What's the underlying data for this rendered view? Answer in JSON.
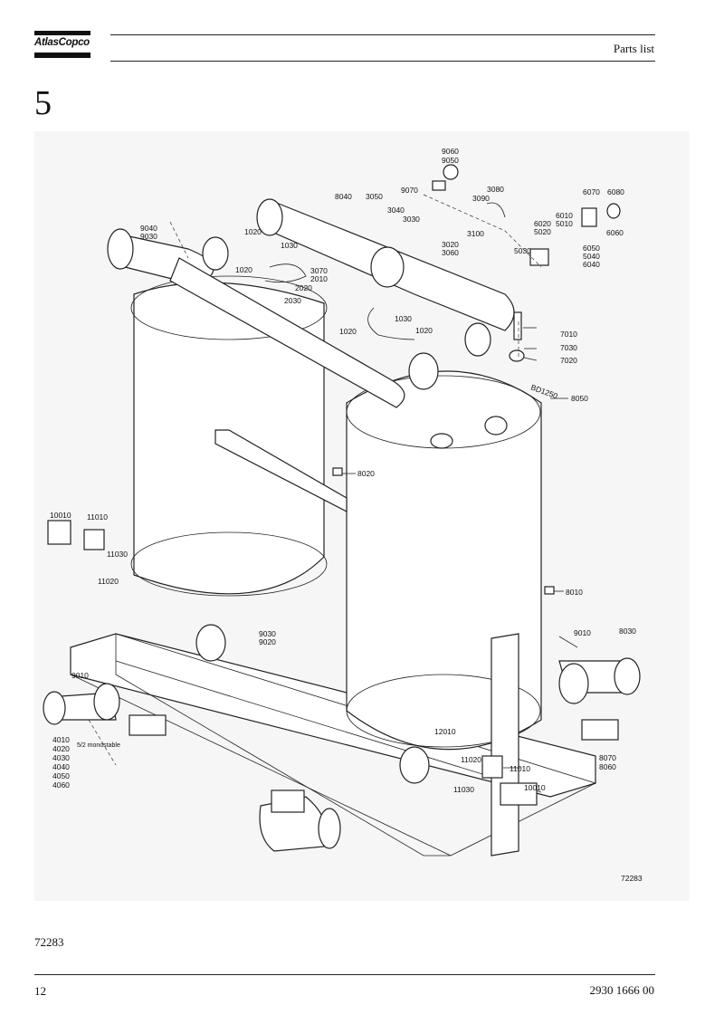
{
  "header": {
    "brand": "AtlasCopco",
    "title": "Parts list"
  },
  "section": {
    "number": "5"
  },
  "drawing": {
    "id_label": "72283",
    "callouts": [
      {
        "t": "9060"
      },
      {
        "t": "9050"
      },
      {
        "t": "9070"
      },
      {
        "t": "3080"
      },
      {
        "t": "8040"
      },
      {
        "t": "3050"
      },
      {
        "t": "3090"
      },
      {
        "t": "6070"
      },
      {
        "t": "6080"
      },
      {
        "t": "3040"
      },
      {
        "t": "3030"
      },
      {
        "t": "9040"
      },
      {
        "t": "9030"
      },
      {
        "t": "6010"
      },
      {
        "t": "5010"
      },
      {
        "t": "6020"
      },
      {
        "t": "5020"
      },
      {
        "t": "3100"
      },
      {
        "t": "6060"
      },
      {
        "t": "1020"
      },
      {
        "t": "1030"
      },
      {
        "t": "3020"
      },
      {
        "t": "3060"
      },
      {
        "t": "5030"
      },
      {
        "t": "6050"
      },
      {
        "t": "5040"
      },
      {
        "t": "6040"
      },
      {
        "t": "1020"
      },
      {
        "t": "3070"
      },
      {
        "t": "2010"
      },
      {
        "t": "2020"
      },
      {
        "t": "2030"
      },
      {
        "t": "7010"
      },
      {
        "t": "1030"
      },
      {
        "t": "1020"
      },
      {
        "t": "1020"
      },
      {
        "t": "7030"
      },
      {
        "t": "7020"
      },
      {
        "t": "BD1250"
      },
      {
        "t": "8050"
      },
      {
        "t": "8020"
      },
      {
        "t": "10010"
      },
      {
        "t": "11010"
      },
      {
        "t": "11030"
      },
      {
        "t": "11020"
      },
      {
        "t": "8010"
      },
      {
        "t": "9030"
      },
      {
        "t": "9020"
      },
      {
        "t": "9010"
      },
      {
        "t": "8030"
      },
      {
        "t": "9010"
      },
      {
        "t": "4010"
      },
      {
        "t": "4020"
      },
      {
        "t": "4030"
      },
      {
        "t": "4040"
      },
      {
        "t": "4050"
      },
      {
        "t": "4060"
      },
      {
        "t": "5/2 monostable"
      },
      {
        "t": "12010"
      },
      {
        "t": "8070"
      },
      {
        "t": "8060"
      },
      {
        "t": "11020"
      },
      {
        "t": "11010"
      },
      {
        "t": "11030"
      },
      {
        "t": "10010"
      }
    ]
  },
  "footer": {
    "figure_ref": "72283",
    "page_number": "12",
    "doc_number": "2930 1666 00"
  }
}
